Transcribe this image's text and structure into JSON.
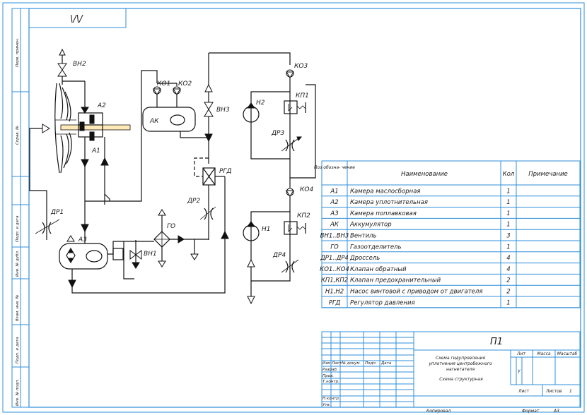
{
  "sheet": {
    "frame_color": "#2f8fd8",
    "header_mark": "\\/\\/",
    "format_label": "Формат",
    "format_value": "А3",
    "copied_label": "Копировал"
  },
  "side_stamp": [
    "Перв. примен.",
    "Справ. №",
    "Подп. и дата",
    "Инв. № дубл.",
    "Взам. инв. №",
    "Подп. и дата",
    "Инв. № подл."
  ],
  "diagram_labels": {
    "bh2": "ВН2",
    "a2": "А2",
    "a1": "А1",
    "k01": "КО1",
    "k02": "КО2",
    "ak": "АК",
    "bh3": "ВН3",
    "k03": "КО3",
    "h2": "Н2",
    "kp1": "КП1",
    "dr3": "ДР3",
    "rgd": "РГД",
    "dr2": "ДР2",
    "k04": "КО4",
    "kp2": "КП2",
    "h1": "Н1",
    "dr4": "ДР4",
    "dr1": "ДР1",
    "a3": "А3",
    "go": "ГО",
    "bh1": "ВН1"
  },
  "parts_table": {
    "headers": {
      "pos": "Поз обозна- чение",
      "name": "Наименование",
      "qty": "Кол",
      "note": "Примечание"
    },
    "rows": [
      {
        "pos": "А1",
        "name": "Камера маслосборная",
        "qty": "1",
        "note": ""
      },
      {
        "pos": "А2",
        "name": "Камера уплотнительная",
        "qty": "1",
        "note": ""
      },
      {
        "pos": "А3",
        "name": "Камера поплавковая",
        "qty": "1",
        "note": ""
      },
      {
        "pos": "АК",
        "name": "Аккумулятор",
        "qty": "1",
        "note": ""
      },
      {
        "pos": "ВН1..ВН3",
        "name": "Вентиль",
        "qty": "3",
        "note": ""
      },
      {
        "pos": "ГО",
        "name": "Газоотделитель",
        "qty": "1",
        "note": ""
      },
      {
        "pos": "ДР1..ДР4",
        "name": "Дроссель",
        "qty": "4",
        "note": ""
      },
      {
        "pos": "КО1..КО4",
        "name": "Клапан обратный",
        "qty": "4",
        "note": ""
      },
      {
        "pos": "КП1,КП2",
        "name": "Клапан предохранительный",
        "qty": "2",
        "note": ""
      },
      {
        "pos": "Н1,Н2",
        "name": "Насос винтовой с приводом от двигателя",
        "qty": "2",
        "note": ""
      },
      {
        "pos": "РГД",
        "name": "Регулятор давления",
        "qty": "1",
        "note": ""
      }
    ]
  },
  "title_block": {
    "doc_code": "П1",
    "desc_lines": [
      "Схема гидупровления",
      "уплотнения центробежного",
      "нагнетателя",
      "Схема структурная"
    ],
    "lit_label": "Лит",
    "mass_label": "Масса",
    "scale_label": "Масштаб",
    "lit_value": "у",
    "sheet_label": "Лист",
    "sheets_label": "Листов",
    "sheets_value": "1",
    "stamp_cols": [
      "Изм",
      "Лист",
      "№ докум.",
      "Подп.",
      "Дата"
    ],
    "stamp_rows": [
      "Разраб.",
      "Пров.",
      "Т.контр.",
      "",
      "Н.контр.",
      "Утв."
    ]
  }
}
